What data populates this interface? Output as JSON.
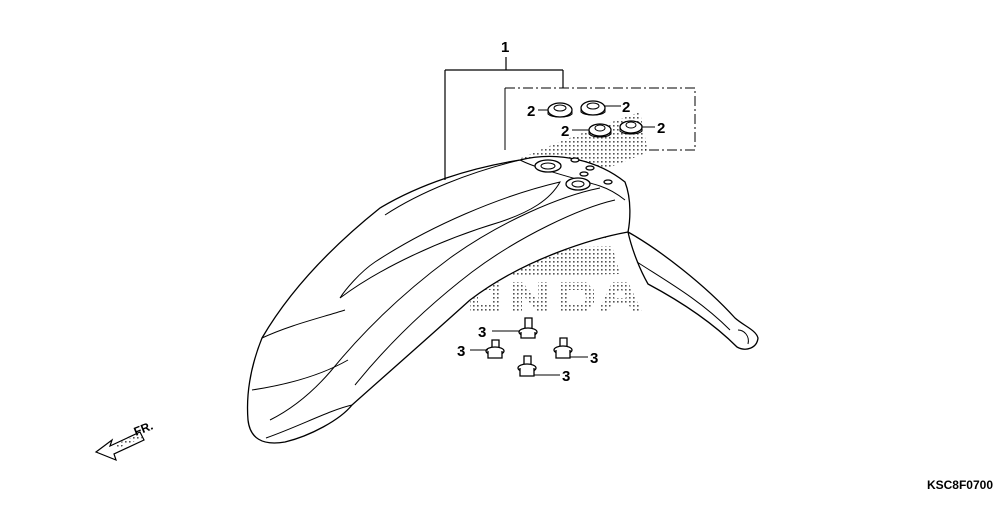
{
  "diagram": {
    "callouts": {
      "part_1": "1",
      "part_2": "2",
      "part_3": "3"
    },
    "direction_label": "FR.",
    "catalog_code": "KSC8F0700",
    "watermark_text": "HONDA",
    "colors": {
      "ink": "#000000",
      "background": "#ffffff",
      "watermark_dots": "#555555"
    }
  }
}
